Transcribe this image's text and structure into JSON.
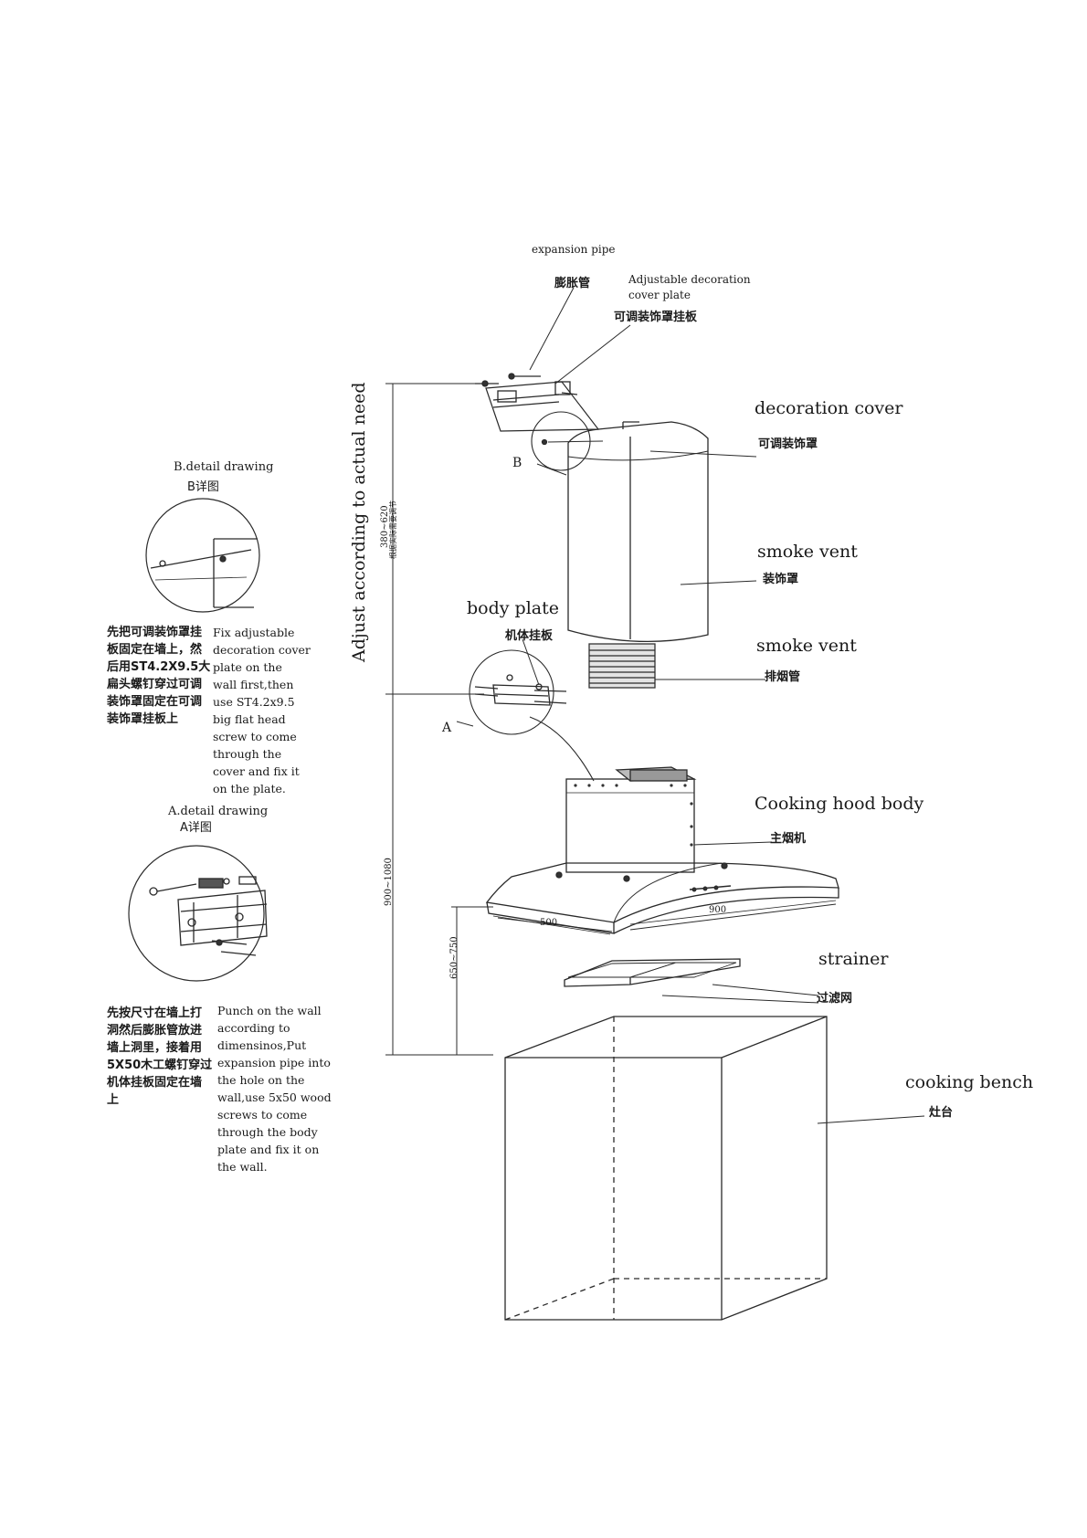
{
  "labels": {
    "expansion_pipe_en": "expansion pipe",
    "expansion_pipe_cn": "膨胀管",
    "adj_plate_en_1": "Adjustable decoration",
    "adj_plate_en_2": "cover plate",
    "adj_plate_cn": "可调装饰罩挂板",
    "decoration_cover_en": "decoration cover",
    "decoration_cover_cn": "可调装饰罩",
    "smoke_vent_1_en": "smoke vent",
    "smoke_vent_1_cn": "装饰罩",
    "body_plate_en": "body plate",
    "body_plate_cn": "机体挂板",
    "smoke_vent_2_en": "smoke vent",
    "smoke_vent_2_cn": "排烟管",
    "cooking_hood_en": "Cooking hood body",
    "cooking_hood_cn": "主烟机",
    "strainer_en": "strainer",
    "strainer_cn": "过滤网",
    "cooking_bench_en": "cooking bench",
    "cooking_bench_cn": "灶台",
    "marker_a": "A",
    "marker_b": "B"
  },
  "dimensions": {
    "adjust_text": "Adjust according to actual need",
    "dim_380_620": "380~620",
    "dim_note_cn": "根据实际需要调节",
    "dim_900_1080": "900~1080",
    "dim_650_750": "650~750",
    "dim_500": "500",
    "dim_900": "900"
  },
  "detail_b": {
    "title_en": "B.detail drawing",
    "title_cn": "B详图",
    "desc_cn": "先把可调装饰罩挂\n板固定在墙上，然\n后用ST4.2X9.5大\n扁头螺钉穿过可调\n装饰罩固定在可调\n装饰罩挂板上",
    "desc_en": "Fix adjustable\ndecoration cover\nplate on the\nwall first,then\nuse ST4.2x9.5\nbig flat head\nscrew to come\nthrough the\ncover and fix it\non the plate."
  },
  "detail_a": {
    "title_en": "A.detail drawing",
    "title_cn": "A详图",
    "desc_cn": "先按尺寸在墙上打\n洞然后膨胀管放进\n墙上洞里，接着用\n5X50木工螺钉穿过\n机体挂板固定在墙\n上",
    "desc_en": "Punch on the wall\naccording to\ndimensinos,Put\nexpansion pipe into\nthe hole on the\nwall,use 5x50 wood\nscrews to come\nthrough the body\nplate and fix it on\nthe wall."
  }
}
